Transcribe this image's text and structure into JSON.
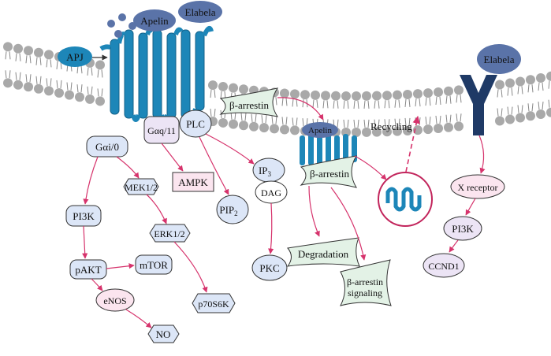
{
  "labels": {
    "apj": "APJ",
    "apelin_top": "Apelin",
    "elabela_top": "Elabela",
    "elabela_right": "Elabela",
    "galpha_i": "Gαi/0",
    "galpha_q": "Gαq/11",
    "plc": "PLC",
    "beta_arrestin_1": "β-arrestin",
    "apelin_internal": "Apelin",
    "beta_arrestin_2": "β-arrestin",
    "recycling": "Recycling",
    "mek": "MEK1/2",
    "ampk": "AMPK",
    "ip3_main": "IP",
    "ip3_sub": "3",
    "dag": "DAG",
    "pip2_main": "PIP",
    "pip2_sub": "2",
    "pi3k_left": "PI3K",
    "erk": "ERK1/2",
    "pakt": "pAKT",
    "mtor": "mTOR",
    "p70s6k": "p70S6K",
    "enos": "eNOS",
    "no": "NO",
    "pkc": "PKC",
    "degradation": "Degradation",
    "barrestin_signaling_1": "β-arrestin",
    "barrestin_signaling_2": "signaling",
    "x_receptor": "X receptor",
    "pi3k_right": "PI3K",
    "ccnd1": "CCND1"
  },
  "colors": {
    "receptor_blue": "#1d86b8",
    "receptor_dark": "#14628a",
    "ligand_blue": "#5a73a8",
    "lipid_gray": "#a9a9a9",
    "arrow_pink": "#d6336c",
    "node_blue_fill": "#dce6f7",
    "node_green_fill": "#e3f2e6",
    "node_pink_fill": "#fbe5ef",
    "node_purple_fill": "#ece4f5",
    "y_receptor": "#1f3a66"
  }
}
